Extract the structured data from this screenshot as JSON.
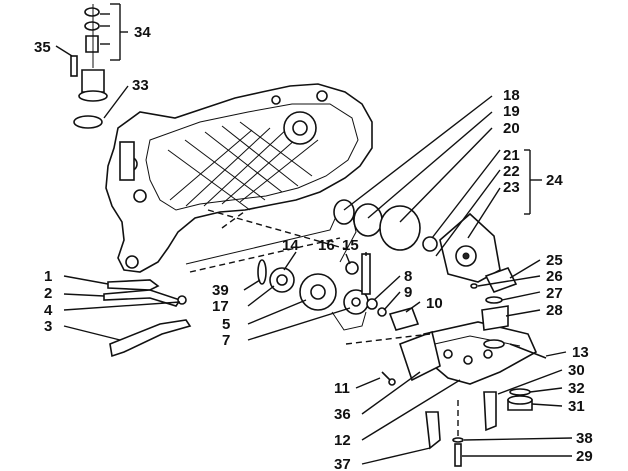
{
  "diagram": {
    "callouts": [
      {
        "id": "34",
        "label": "34"
      },
      {
        "id": "35",
        "label": "35"
      },
      {
        "id": "33",
        "label": "33"
      },
      {
        "id": "18",
        "label": "18"
      },
      {
        "id": "19",
        "label": "19"
      },
      {
        "id": "20",
        "label": "20"
      },
      {
        "id": "21",
        "label": "21"
      },
      {
        "id": "22",
        "label": "22"
      },
      {
        "id": "23",
        "label": "23"
      },
      {
        "id": "24",
        "label": "24"
      },
      {
        "id": "14",
        "label": "14"
      },
      {
        "id": "16",
        "label": "16"
      },
      {
        "id": "15",
        "label": "15"
      },
      {
        "id": "8",
        "label": "8"
      },
      {
        "id": "9",
        "label": "9"
      },
      {
        "id": "10",
        "label": "10"
      },
      {
        "id": "1",
        "label": "1"
      },
      {
        "id": "2",
        "label": "2"
      },
      {
        "id": "4",
        "label": "4"
      },
      {
        "id": "3",
        "label": "3"
      },
      {
        "id": "39",
        "label": "39"
      },
      {
        "id": "17",
        "label": "17"
      },
      {
        "id": "5",
        "label": "5"
      },
      {
        "id": "7",
        "label": "7"
      },
      {
        "id": "25",
        "label": "25"
      },
      {
        "id": "26",
        "label": "26"
      },
      {
        "id": "27",
        "label": "27"
      },
      {
        "id": "28",
        "label": "28"
      },
      {
        "id": "13",
        "label": "13"
      },
      {
        "id": "30",
        "label": "30"
      },
      {
        "id": "32",
        "label": "32"
      },
      {
        "id": "31",
        "label": "31"
      },
      {
        "id": "11",
        "label": "11"
      },
      {
        "id": "36",
        "label": "36"
      },
      {
        "id": "12",
        "label": "12"
      },
      {
        "id": "38",
        "label": "38"
      },
      {
        "id": "37",
        "label": "37"
      },
      {
        "id": "29",
        "label": "29"
      }
    ]
  }
}
